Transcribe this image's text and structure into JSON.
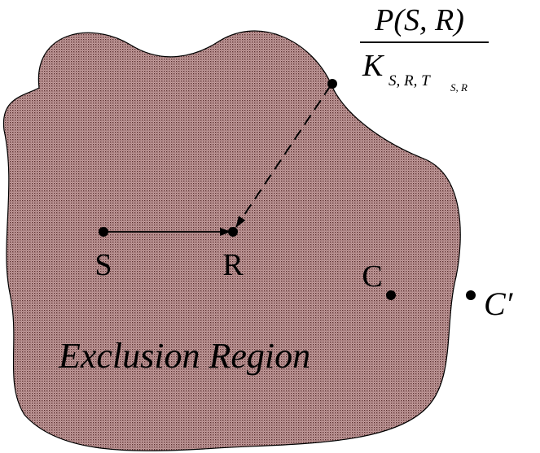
{
  "region": {
    "label": "Exclusion Region",
    "fill_color": "#b98a8a",
    "stipple_color": "#5a2e2e",
    "outline_color": "#000000"
  },
  "nodes": {
    "s": {
      "label": "S"
    },
    "r": {
      "label": "R"
    },
    "c": {
      "label": "C"
    },
    "c_prime": {
      "label": "C′"
    }
  },
  "formula": {
    "numerator": "P(S, R)",
    "denominator_main": "K",
    "denominator_subscript": "S, R, T",
    "denominator_sub_subscript": "S, R"
  }
}
